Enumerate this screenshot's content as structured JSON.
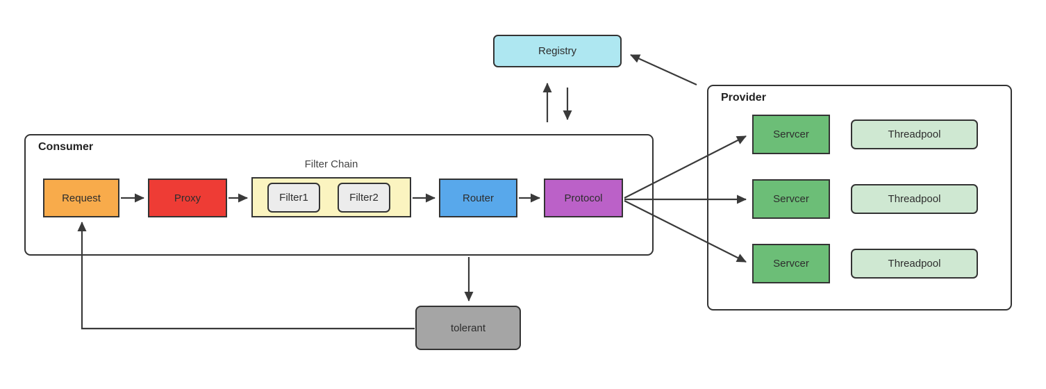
{
  "registry": {
    "label": "Registry",
    "fill": "#aee7f1"
  },
  "consumer": {
    "label": "Consumer",
    "request": {
      "label": "Request",
      "fill": "#f8ab4b"
    },
    "proxy": {
      "label": "Proxy",
      "fill": "#ee3c35"
    },
    "filter_chain": {
      "title": "Filter Chain",
      "fill": "#fbf4c0",
      "filters": [
        {
          "label": "Filter1",
          "fill": "#ececec"
        },
        {
          "label": "Filter2",
          "fill": "#ececec"
        }
      ]
    },
    "router": {
      "label": "Router",
      "fill": "#58a8eb"
    },
    "protocol": {
      "label": "Protocol",
      "fill": "#bb61c8"
    }
  },
  "provider": {
    "label": "Provider",
    "rows": [
      {
        "server": "Servcer",
        "threadpool": "Threadpool"
      },
      {
        "server": "Servcer",
        "threadpool": "Threadpool"
      },
      {
        "server": "Servcer",
        "threadpool": "Threadpool"
      }
    ],
    "server_fill": "#6cbe77",
    "threadpool_fill": "#cfe8d2"
  },
  "tolerant": {
    "label": "tolerant",
    "fill": "#a5a5a5"
  },
  "edges": [
    {
      "from": "consumer",
      "to": "registry",
      "direction": "up"
    },
    {
      "from": "registry",
      "to": "consumer",
      "direction": "down"
    },
    {
      "from": "provider",
      "to": "registry",
      "direction": "up-left"
    },
    {
      "from": "request",
      "to": "proxy"
    },
    {
      "from": "proxy",
      "to": "filter_chain"
    },
    {
      "from": "filter_chain",
      "to": "router"
    },
    {
      "from": "router",
      "to": "protocol"
    },
    {
      "from": "protocol",
      "to": "servcer-1"
    },
    {
      "from": "protocol",
      "to": "servcer-2"
    },
    {
      "from": "protocol",
      "to": "servcer-3"
    },
    {
      "from": "consumer",
      "to": "tolerant",
      "direction": "down"
    },
    {
      "from": "tolerant",
      "to": "request",
      "direction": "left-up"
    }
  ],
  "colors": {
    "border": "#333333",
    "line": "#3a3a3a",
    "text": "#2d2d2d",
    "background": "#ffffff"
  }
}
